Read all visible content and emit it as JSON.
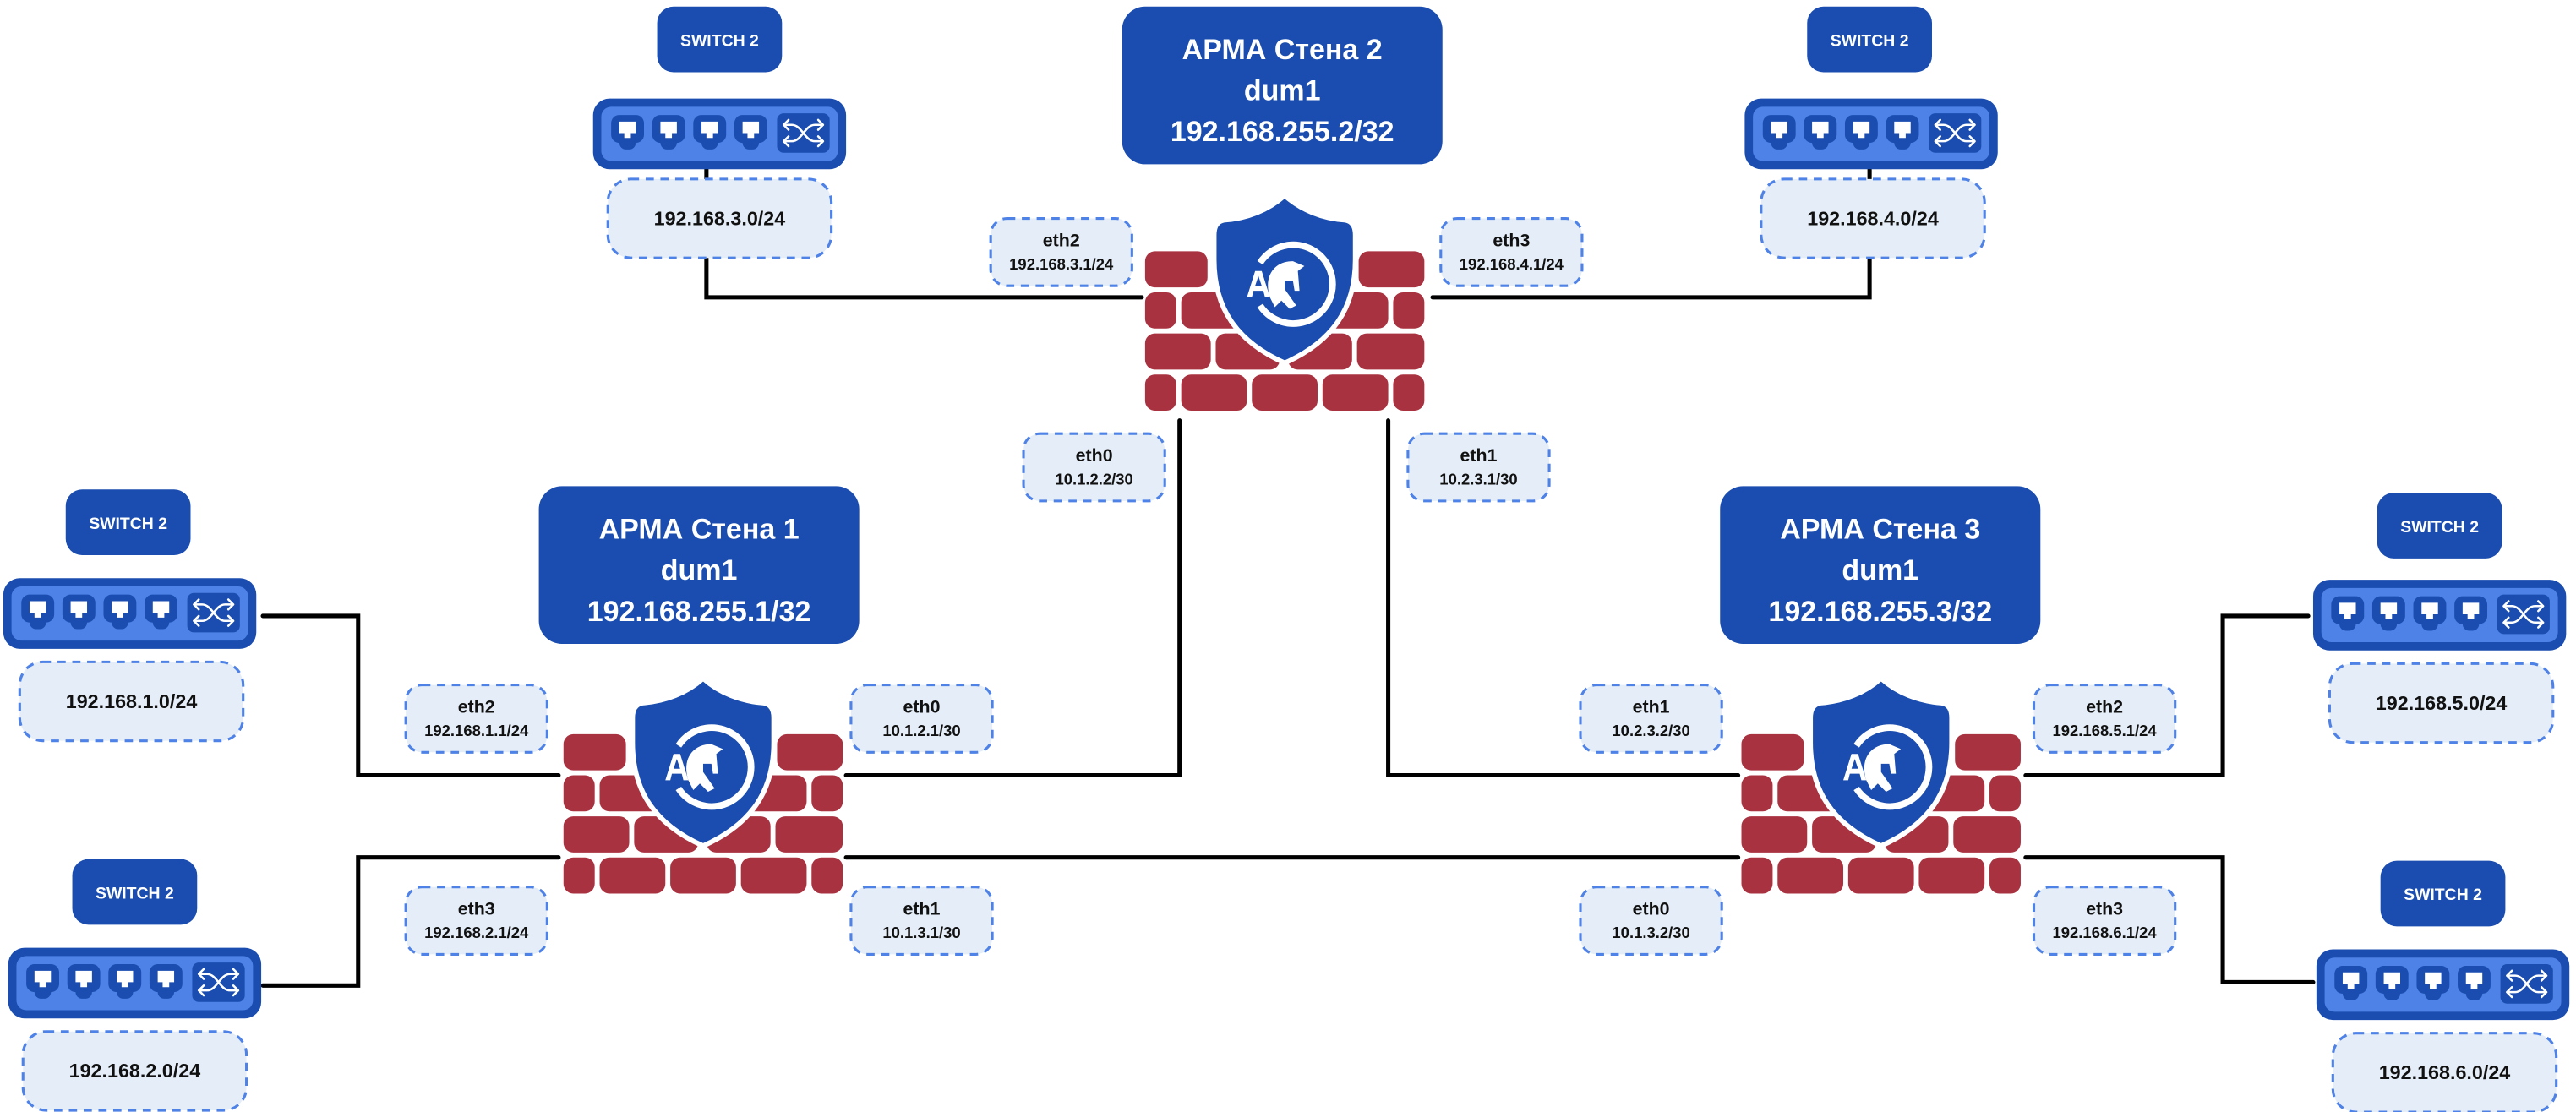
{
  "colors": {
    "node_blue": "#1a4daf",
    "switch_inner": "#4f82e6",
    "brick_red": "#a93240",
    "label_fill": "#e5eef8",
    "label_dash": "#4f82e6",
    "wire": "#000000"
  },
  "firewalls": [
    {
      "title": "АРМА Стена 1",
      "iface": "dum1",
      "address": "192.168.255.1/32",
      "interfaces": [
        {
          "name": "eth2",
          "ip": "192.168.1.1/24"
        },
        {
          "name": "eth0",
          "ip": "10.1.2.1/30"
        },
        {
          "name": "eth3",
          "ip": "192.168.2.1/24"
        },
        {
          "name": "eth1",
          "ip": "10.1.3.1/30"
        }
      ]
    },
    {
      "title": "АРМА Стена 2",
      "iface": "dum1",
      "address": "192.168.255.2/32",
      "interfaces": [
        {
          "name": "eth2",
          "ip": "192.168.3.1/24"
        },
        {
          "name": "eth3",
          "ip": "192.168.4.1/24"
        },
        {
          "name": "eth0",
          "ip": "10.1.2.2/30"
        },
        {
          "name": "eth1",
          "ip": "10.2.3.1/30"
        }
      ]
    },
    {
      "title": "АРМА Стена 3",
      "iface": "dum1",
      "address": "192.168.255.3/32",
      "interfaces": [
        {
          "name": "eth1",
          "ip": "10.2.3.2/30"
        },
        {
          "name": "eth2",
          "ip": "192.168.5.1/24"
        },
        {
          "name": "eth0",
          "ip": "10.1.3.2/30"
        },
        {
          "name": "eth3",
          "ip": "192.168.6.1/24"
        }
      ]
    }
  ],
  "switches": [
    {
      "label": "SWITCH 2",
      "subnet": "192.168.1.0/24"
    },
    {
      "label": "SWITCH 2",
      "subnet": "192.168.2.0/24"
    },
    {
      "label": "SWITCH 2",
      "subnet": "192.168.3.0/24"
    },
    {
      "label": "SWITCH 2",
      "subnet": "192.168.4.0/24"
    },
    {
      "label": "SWITCH 2",
      "subnet": "192.168.5.0/24"
    },
    {
      "label": "SWITCH 2",
      "subnet": "192.168.6.0/24"
    }
  ],
  "icons": {
    "firewall": "brick-wall-with-shield-icon",
    "switch": "network-switch-icon"
  }
}
